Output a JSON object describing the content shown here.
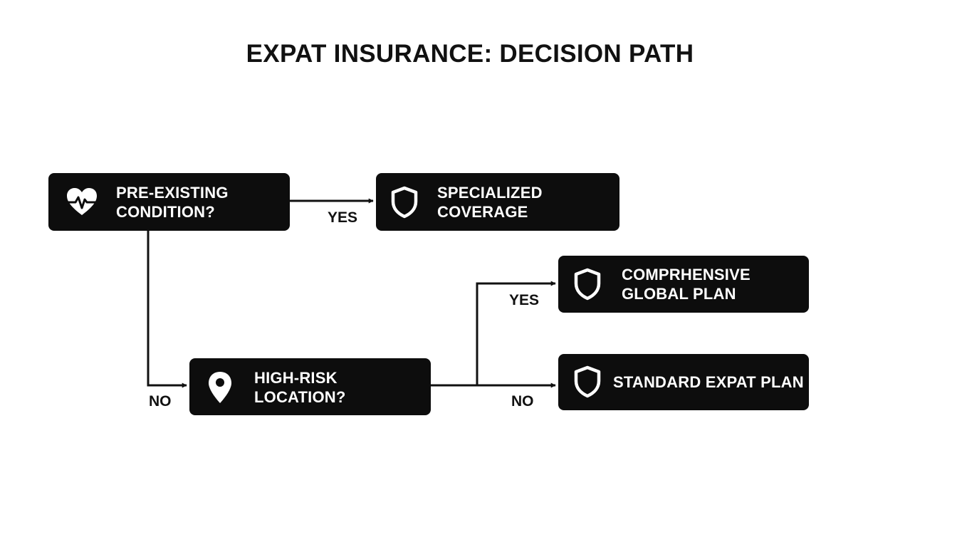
{
  "title": "EXPAT INSURANCE: DECISION PATH",
  "nodes": {
    "pre_existing": {
      "label": "PRE-EXISTING\nCONDITION?",
      "icon": "heart-pulse-icon"
    },
    "specialized": {
      "label": "SPECIALIZED\nCOVERAGE",
      "icon": "shield-icon"
    },
    "high_risk": {
      "label": "HIGH-RISK\nLOCATION?",
      "icon": "location-pin-icon"
    },
    "comprehensive": {
      "label": "COMPRHENSIVE\nGLOBAL PLAN",
      "icon": "shield-icon"
    },
    "standard": {
      "label": "STANDARD EXPAT PLAN",
      "icon": "shield-icon"
    }
  },
  "edges": {
    "pre_to_specialized": "YES",
    "pre_to_highrisk": "NO",
    "highrisk_to_comprehensive": "YES",
    "highrisk_to_standard": "NO"
  },
  "colors": {
    "node_fill": "#0d0d0d",
    "text_on_node": "#ffffff",
    "line": "#111111",
    "background": "#ffffff"
  }
}
